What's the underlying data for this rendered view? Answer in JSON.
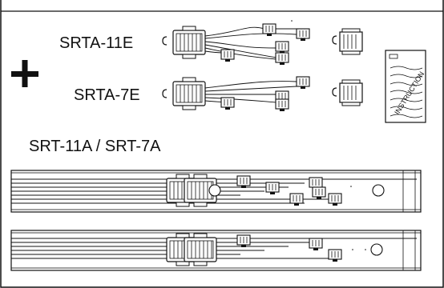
{
  "kits": [
    {
      "label": "SRTA-11E"
    },
    {
      "label": "SRTA-7E"
    }
  ],
  "instruction_sheet": {
    "text": "INSTRUCTION"
  },
  "section_title": "SRT-11A / SRT-7A",
  "plus_symbol": "+",
  "colors": {
    "line": "#111111",
    "background": "#ffffff"
  }
}
